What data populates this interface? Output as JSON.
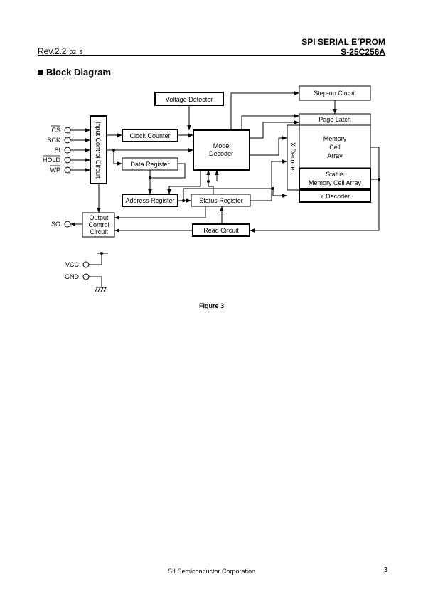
{
  "header": {
    "revision": "Rev.2.2",
    "revision_suffix": "02_S",
    "title_pre": "SPI SERIAL E",
    "title_sup": "2",
    "title_post": "PROM",
    "part_number": "S-25C256A"
  },
  "section_title": "Block Diagram",
  "diagram": {
    "pins": [
      "CS",
      "SCK",
      "SI",
      "HOLD",
      "WP"
    ],
    "so_pin": "SO",
    "vcc": "VCC",
    "gnd": "GND",
    "blocks": {
      "voltage_detector": "Voltage Detector",
      "stepup_circuit": "Step-up Circuit",
      "page_latch": "Page Latch",
      "input_control": "Input Control Circuit",
      "clock_counter": "Clock Counter",
      "mode_decoder_1": "Mode",
      "mode_decoder_2": "Decoder",
      "data_register": "Data Register",
      "x_decoder": "X Decoder",
      "memory_1": "Memory",
      "memory_2": "Cell",
      "memory_3": "Array",
      "status_array_1": "Status",
      "status_array_2": "Memory Cell Array",
      "y_decoder": "Y Decoder",
      "address_register": "Address Register",
      "status_register": "Status Register",
      "output_control_1": "Output",
      "output_control_2": "Control",
      "output_control_3": "Circuit",
      "read_circuit": "Read Circuit"
    }
  },
  "figure_caption": "Figure 3",
  "footer": {
    "company": "SII Semiconductor Corporation",
    "page_number": "3"
  }
}
